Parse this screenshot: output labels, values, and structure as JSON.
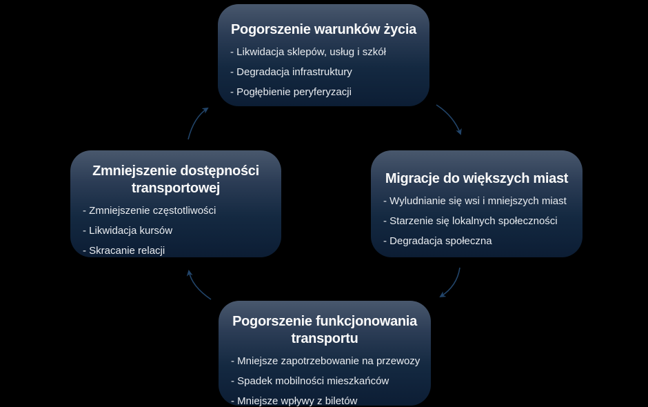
{
  "diagram": {
    "colors": {
      "background": "#000000",
      "box_gradient_top": "#49586d",
      "box_gradient_upper": "#2b3c55",
      "box_gradient_lower": "#142941",
      "box_gradient_bottom": "#0c1d34",
      "title_text": "#fafafa",
      "body_text": "#e9ecf0",
      "arrow": "#22456a"
    },
    "type": "cycle-diagram",
    "nodes": [
      {
        "id": "top",
        "title": "Pogorszenie warunków życia",
        "bullets": [
          "- Likwidacja sklepów, usług i szkół",
          "- Degradacja infrastruktury",
          "- Pogłębienie peryferyzacji"
        ]
      },
      {
        "id": "right",
        "title": "Migracje do większych miast",
        "bullets": [
          "- Wyludnianie się wsi i mniejszych miast",
          "- Starzenie się lokalnych społeczności",
          "- Degradacja społeczna"
        ]
      },
      {
        "id": "bottom",
        "title": "Pogorszenie funkcjonowania transportu",
        "bullets": [
          "- Mniejsze zapotrzebowanie na przewozy",
          "- Spadek mobilności mieszkańców",
          "- Mniejsze wpływy z biletów"
        ]
      },
      {
        "id": "left",
        "title": "Zmniejszenie dostępności transportowej",
        "bullets": [
          "- Zmniejszenie częstotliwości",
          "- Likwidacja kursów",
          "- Skracanie relacji"
        ]
      }
    ],
    "arrows": [
      {
        "from": "top",
        "to": "right"
      },
      {
        "from": "right",
        "to": "bottom"
      },
      {
        "from": "bottom",
        "to": "left"
      },
      {
        "from": "left",
        "to": "top"
      }
    ]
  }
}
